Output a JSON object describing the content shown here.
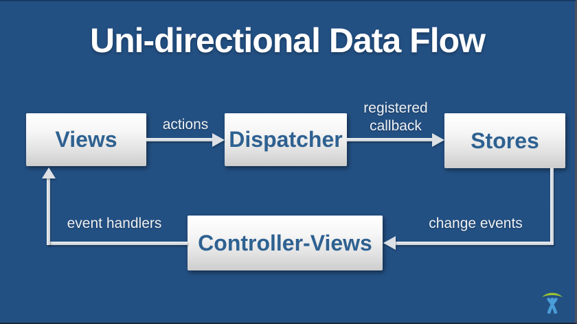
{
  "slide": {
    "title": "Uni-directional Data Flow"
  },
  "diagram": {
    "type": "flow-diagram",
    "nodes": [
      {
        "id": "views",
        "label": "Views"
      },
      {
        "id": "dispatcher",
        "label": "Dispatcher"
      },
      {
        "id": "stores",
        "label": "Stores"
      },
      {
        "id": "controller-views",
        "label": "Controller-Views"
      }
    ],
    "edges": [
      {
        "from": "views",
        "to": "dispatcher",
        "label": "actions",
        "direction": "right"
      },
      {
        "from": "dispatcher",
        "to": "stores",
        "label": "registered callback",
        "direction": "right"
      },
      {
        "from": "stores",
        "to": "controller-views",
        "label": "change events",
        "direction": "down-left"
      },
      {
        "from": "controller-views",
        "to": "views",
        "label": "event handlers",
        "direction": "left-up"
      }
    ]
  },
  "branding": {
    "logo": "atlassian-charlie-logo"
  },
  "colors": {
    "background": "#235083",
    "title_text": "#ffffff",
    "node_text": "#2e6191",
    "node_fill_top": "#ffffff",
    "node_fill_bottom": "#cdcdcd",
    "arrow": "#dde1e5",
    "edge_label_text": "#eef1f4",
    "logo_green": "#9bc234",
    "logo_blue": "#4a9ed8"
  }
}
